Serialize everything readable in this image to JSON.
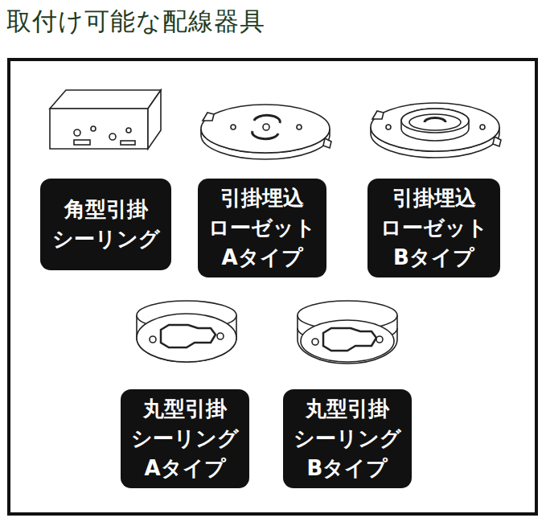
{
  "diagram": {
    "title": "取付け可能な配線器具",
    "nodes": [
      {
        "text": [
          "角型引掛 シーリング"
        ]
      },
      {
        "text": [
          "引掛埋込 ローゼット Aタイプ"
        ]
      },
      {
        "text": [
          "引掛埋込 ローゼット Bタイプ"
        ]
      },
      {
        "text": [
          "丸型引掛 シーリング Aタイプ"
        ]
      },
      {
        "text": [
          "丸型引掛 シーリング Bタイプ"
        ]
      }
    ]
  }
}
